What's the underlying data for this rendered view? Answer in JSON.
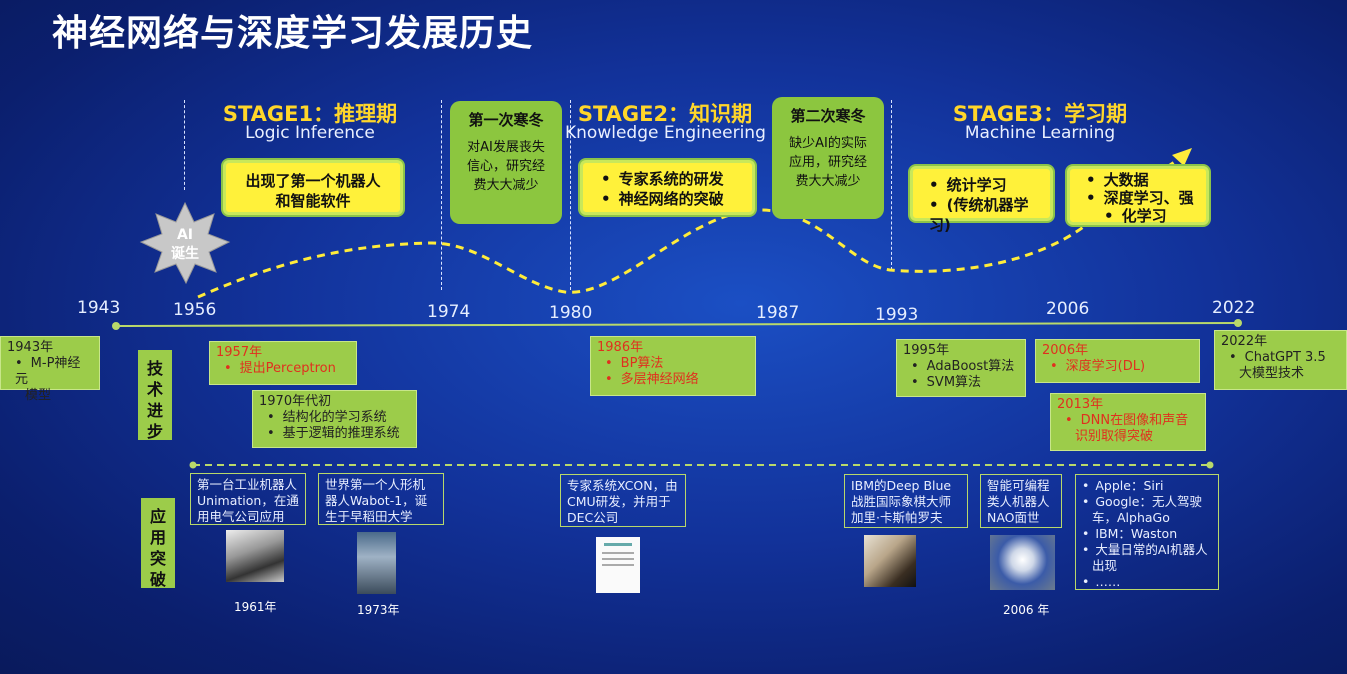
{
  "title": "神经网络与深度学习发展历史",
  "ai_birth": "AI\n诞生",
  "stages": [
    {
      "title": "STAGE1：推理期",
      "subtitle": "Logic Inference",
      "items": [
        "出现了第一个机器人",
        "和智能软件"
      ]
    },
    {
      "title": "STAGE2：知识期",
      "subtitle": "Knowledge Engineering",
      "items": [
        "专家系统的研发",
        "神经网络的突破"
      ]
    },
    {
      "title": "STAGE3：学习期",
      "subtitle": "Machine Learning",
      "items": [
        "统计学习",
        "(传统机器学习)"
      ],
      "items2": [
        "大数据",
        "深度学习、强",
        "化学习"
      ]
    }
  ],
  "winters": [
    {
      "title": "第一次寒冬",
      "text": [
        "对AI发展丧失",
        "信心，研究经",
        "费大大减少"
      ]
    },
    {
      "title": "第二次寒冬",
      "text": [
        "缺少AI的实际",
        "应用，研究经",
        "费大大减少"
      ]
    }
  ],
  "years": [
    "1943",
    "1956",
    "1974",
    "1980",
    "1987",
    "1993",
    "2006",
    "2022"
  ],
  "labels": {
    "tech": "技术进步",
    "app": "应用突破"
  },
  "tech": {
    "t1943": [
      "1943年",
      "M-P神经元",
      "模型"
    ],
    "t1957": [
      "1957年",
      "提出Perceptron"
    ],
    "t1970": [
      "1970年代初",
      "结构化的学习系统",
      "基于逻辑的推理系统"
    ],
    "t1986": [
      "1986年",
      "BP算法",
      "多层神经网络"
    ],
    "t1995": [
      "1995年",
      "AdaBoost算法",
      "SVM算法"
    ],
    "t2006": [
      "2006年",
      "深度学习(DL)"
    ],
    "t2013": [
      "2013年",
      "DNN在图像和声音",
      "识别取得突破"
    ],
    "t2022": [
      "2022年",
      "ChatGPT 3.5",
      "大模型技术"
    ]
  },
  "apps": {
    "a1": "第一台工业机器人Unimation，在通用电气公司应用",
    "a2": "世界第一个人形机器人Wabot-1，诞生于早稻田大学",
    "a3": "专家系统XCON，由CMU研发，并用于DEC公司",
    "a4": "IBM的Deep Blue战胜国际象棋大师加里·卡斯帕罗夫",
    "a5": "智能可编程类人机器人NAO面世",
    "a6": [
      "Apple：Siri",
      "Google：无人驾驶车，AlphaGo",
      "IBM：Waston",
      "大量日常的AI机器人出现",
      "……"
    ]
  },
  "captions": {
    "c1": "1961年",
    "c2": "1973年",
    "c3": "2006 年"
  }
}
